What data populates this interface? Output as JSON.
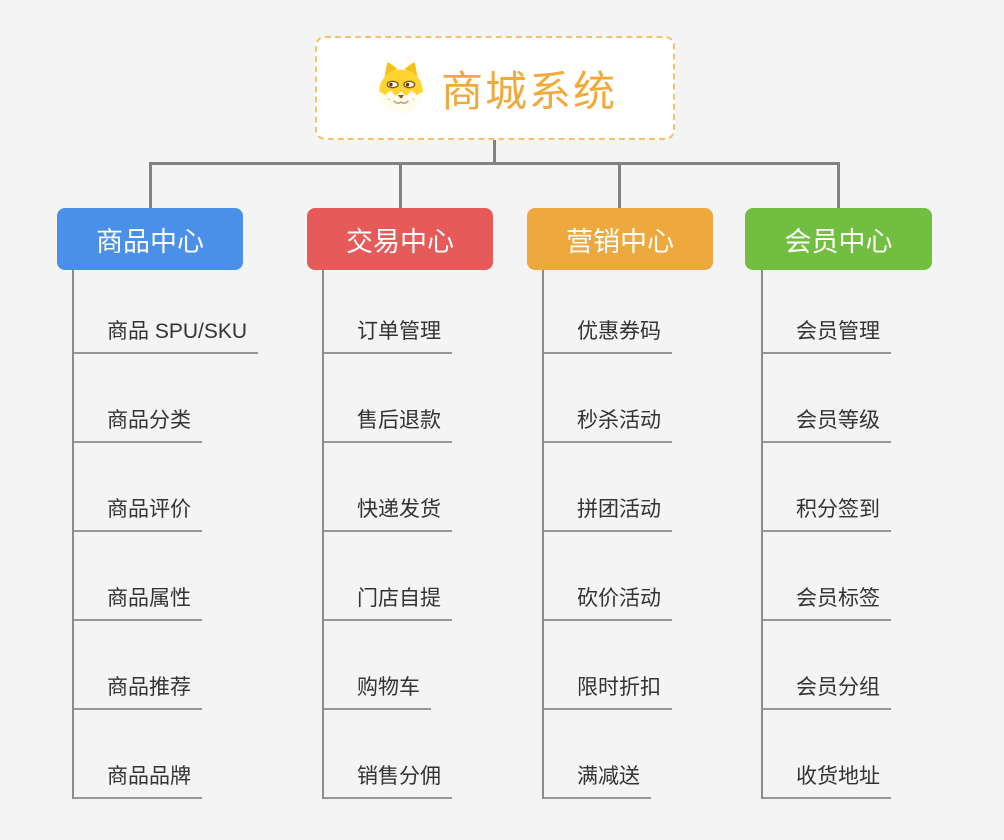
{
  "page": {
    "background_color": "#f4f4f5",
    "connector_color": "#828282",
    "text_color": "#333333"
  },
  "root": {
    "title": "商城系统",
    "icon": "dog-face-icon",
    "title_color": "#f2a93b",
    "border_color": "#f5c26b"
  },
  "branches": [
    {
      "label": "商品中心",
      "color": "#4a90e8",
      "children": [
        "商品 SPU/SKU",
        "商品分类",
        "商品评价",
        "商品属性",
        "商品推荐",
        "商品品牌"
      ]
    },
    {
      "label": "交易中心",
      "color": "#e65a5a",
      "children": [
        "订单管理",
        "售后退款",
        "快递发货",
        "门店自提",
        "购物车",
        "销售分佣"
      ]
    },
    {
      "label": "营销中心",
      "color": "#eda83e",
      "children": [
        "优惠券码",
        "秒杀活动",
        "拼团活动",
        "砍价活动",
        "限时折扣",
        "满减送"
      ]
    },
    {
      "label": "会员中心",
      "color": "#71be41",
      "children": [
        "会员管理",
        "会员等级",
        "积分签到",
        "会员标签",
        "会员分组",
        "收货地址"
      ]
    }
  ]
}
